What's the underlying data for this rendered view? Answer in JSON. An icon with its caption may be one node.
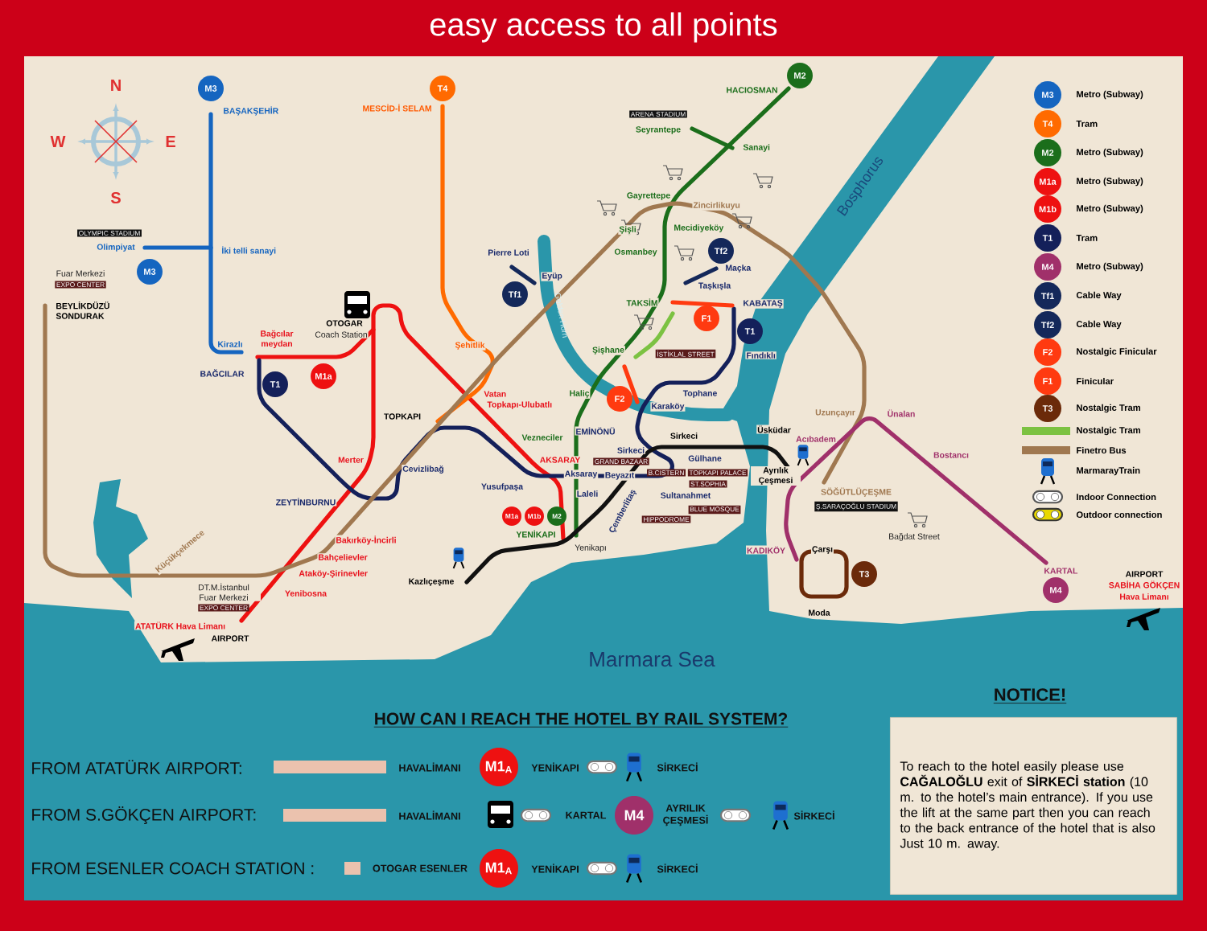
{
  "diagram": {
    "title": "easy access to all points",
    "nodes": [
      {
        "text": [
          "NOTICE!",
          "To reach to the hotel easily please use **CAĞALOĞLU** exit of **SİRKECİ station** (10 m. to the hotel’s main entrance). If you use the lift at the same part then you can reach to the back entrance of the hotel that is also Just 10 m. away."
        ]
      }
    ],
    "labels": [
      "N",
      "W",
      "E",
      "S",
      "M3",
      "BAŞAKŞEHİR",
      "T4",
      "MESCİD-İ SELAM",
      "HACIOSMAN",
      "M2",
      "ARENA STADIUM",
      "Seyrantepe",
      "Sanayi",
      "OLYMPIC STADIUM",
      "Olimpiyat",
      "İki telli sanayi",
      "Fuar Merkezi",
      "M3",
      "EXPO CENTER",
      "Pierre Loti",
      "Eyüp",
      "Tf1",
      "Gayrettepe",
      "Zincirlikuyu",
      "Şişli",
      "Mecidiyeköy",
      "Osmanbey",
      "Tf2",
      "Maçka",
      "Taşkışla",
      "Bosphorus",
      "BEYLİKDÜZÜ SONDURAK",
      "OTOGAR",
      "Coach Station",
      "Bağcılar meydan",
      "Kirazlı",
      "Şehitlik",
      "TAKSİM",
      "KABATAŞ",
      "F1",
      "T1",
      "Fındıklı",
      "Şişhane",
      "İSTİKLAL STREET",
      "BAĞCILAR",
      "T1",
      "M1a",
      "Golden Horn",
      "Vatan",
      "Topkapı-Ulubatlı",
      "Haliç",
      "F2",
      "Karaköy",
      "Tophane",
      "TOPKAPI",
      "Vezneciler",
      "EMİNÖNÜ",
      "Sirkeci",
      "Üsküdar",
      "Acıbadem",
      "Uzunçayır",
      "Ünalan",
      "Merter",
      "AKSARAY",
      "Cevizlibağ",
      "Aksaray",
      "GRAND BAZAAR",
      "Beyazıt",
      "B.CISTERN",
      "Gülhane",
      "TOPKAPI PALACE",
      "ST.SOPHIA",
      "Yusufpaşa",
      "Laleli",
      "Ayrılık Çeşmesi",
      "Bostancı",
      "SÖĞÜTLÜÇEŞME",
      "Ş.SARAÇOĞLU STADIUM",
      "Sultanahmet",
      "ZEYTİNBURNU",
      "Çemberlitaş",
      "BLUE MOSQUE",
      "HIPPODROME",
      "YENİKAPI",
      "Bakırköy-İncirli",
      "Bağdat Street",
      "Küçükçekmece",
      "Yenikapı",
      "KADIKÖY",
      "Çarşı",
      "Bahçelievler",
      "T3",
      "KARTAL",
      "AIRPORT",
      "SABİHA GÖKÇEN",
      "Hava Limanı",
      "Ataköy-Şirinevler",
      "Kazlıçeşme",
      "M4",
      "DT.M.İstanbul Fuar Merkezi",
      "Yenibosna",
      "EXPO CENTER",
      "Moda",
      "ATATÜRK Hava Limanı",
      "AIRPORT",
      "Marmara Sea",
      "M1a",
      "M1b",
      "M2",
      "M3",
      "T4",
      "M2",
      "M1a",
      "M1b",
      "T1",
      "M4",
      "Tf1",
      "Tf2",
      "F2",
      "F1",
      "T3",
      "HOW CAN I REACH THE HOTEL BY RAIL SYSTEM?",
      "FROM ATATÜRK AIRPORT:",
      "HAVALİMANI",
      "M1$_{A}$",
      "YENİKAPI",
      "SİRKECİ",
      "FROM S.GÖKÇEN AIRPORT:",
      "HAVALİMANI",
      "KARTAL",
      "M4",
      "AYRILIK ÇEŞMESİ",
      "SİRKECİ",
      "FROM ESENLER COACH STATION :",
      "OTOGAR ESENLER",
      "M1$_{A}$",
      "YENİKAPI",
      "SİRKECİ",
      "Sirkeci"
    ],
    "legend": [
      {
        "text": "Metro (Subway)",
        "color": "#1565c0"
      },
      {
        "text": "Tram",
        "color": "#ff6a00"
      },
      {
        "text": "Metro (Subway)",
        "color": "#1b6e1b"
      },
      {
        "text": "Metro (Subway)",
        "color": "#ee1111"
      },
      {
        "text": "Metro (Subway)",
        "color": "#ee1111"
      },
      {
        "text": "Tram",
        "color": "#14205a"
      },
      {
        "text": "Metro (Subway)",
        "color": "#a0306a"
      },
      {
        "text": "Cable Way",
        "color": "#14285a"
      },
      {
        "text": "Cable Way",
        "color": "#14285a"
      },
      {
        "text": "Nostalgic Finicular",
        "color": "#ff3a10"
      },
      {
        "text": "Finicular",
        "color": "#ff3a10"
      },
      {
        "text": "Nostalgic Tram",
        "color": "#6b2a0a"
      },
      {
        "text": "Nostalgic Tram"
      },
      {
        "text": "Finetro Bus"
      },
      {
        "text": "MarmarayTrain"
      },
      {
        "text": "Indoor Connection"
      },
      {
        "text": "Outdoor connection"
      }
    ]
  }
}
